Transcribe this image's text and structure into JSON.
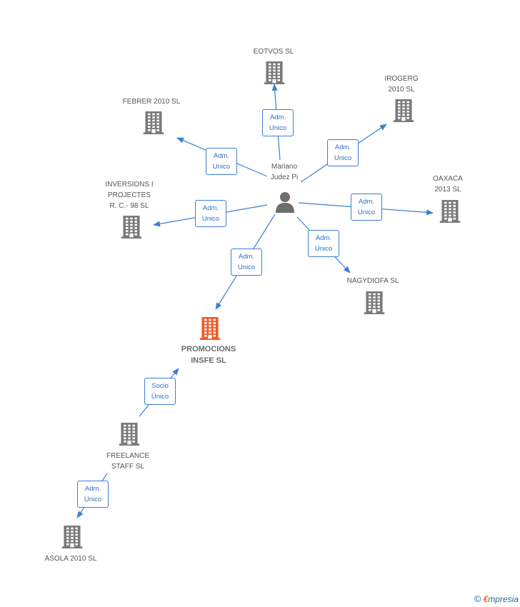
{
  "colors": {
    "building": "#7a7a7a",
    "focus_building": "#f05a28",
    "edge": "#3a7fd5",
    "person": "#6e6e6e"
  },
  "nodes": [
    {
      "id": "eotvos",
      "label": "EOTVOS SL",
      "icon": "building-icon"
    },
    {
      "id": "irogerg",
      "label": "IROGERG\n2010 SL",
      "icon": "building-icon"
    },
    {
      "id": "febrer",
      "label": "FEBRER 2010 SL",
      "icon": "building-icon"
    },
    {
      "id": "mariano",
      "label": "Mariano\nJudez Pi",
      "icon": "person-icon"
    },
    {
      "id": "inversions",
      "label": "INVERSIONS I\nPROJECTES\nR. C.- 98 SL",
      "icon": "building-icon"
    },
    {
      "id": "oaxaca",
      "label": "OAXACA\n2013 SL",
      "icon": "building-icon"
    },
    {
      "id": "nagydiofa",
      "label": "NAGYDIOFA SL",
      "icon": "building-icon"
    },
    {
      "id": "promocions",
      "label": "PROMOCIONS\nINSFE SL",
      "icon": "building-icon",
      "focus": true
    },
    {
      "id": "freelance",
      "label": "FREELANCE\nSTAFF SL",
      "icon": "building-icon"
    },
    {
      "id": "asola",
      "label": "ASOLA 2010 SL",
      "icon": "building-icon"
    }
  ],
  "edges": [
    {
      "from": "mariano",
      "to": "eotvos",
      "label": "Adm.\nUnico"
    },
    {
      "from": "mariano",
      "to": "irogerg",
      "label": "Adm.\nUnico"
    },
    {
      "from": "mariano",
      "to": "febrer",
      "label": "Adm.\nUnico"
    },
    {
      "from": "mariano",
      "to": "inversions",
      "label": "Adm.\nUnico"
    },
    {
      "from": "mariano",
      "to": "oaxaca",
      "label": "Adm.\nUnico"
    },
    {
      "from": "mariano",
      "to": "nagydiofa",
      "label": "Adm.\nUnico"
    },
    {
      "from": "mariano",
      "to": "promocions",
      "label": "Adm.\nUnico"
    },
    {
      "from": "freelance",
      "to": "promocions",
      "label": "Socio\nÚnico"
    },
    {
      "from": "freelance",
      "to": "asola",
      "label": "Adm.\nUnico"
    }
  ],
  "footer": {
    "copyright": "©",
    "brand_initial": "€",
    "brand_rest": "mpresia"
  }
}
